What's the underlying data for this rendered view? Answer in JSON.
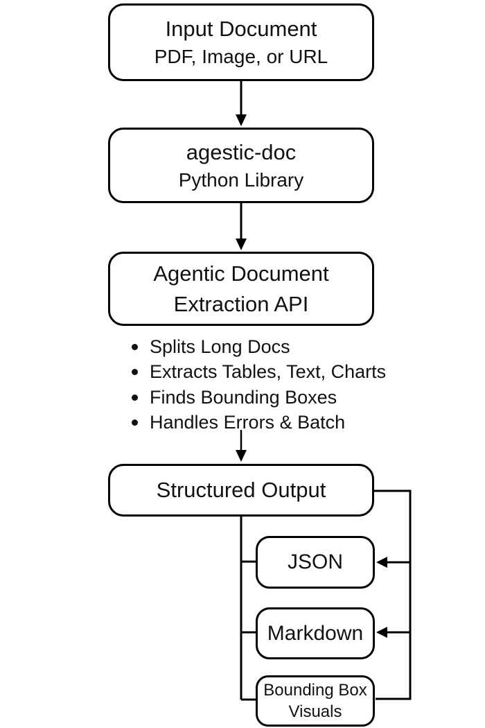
{
  "diagram": {
    "nodes": {
      "input_document": {
        "title": "Input Document",
        "subtitle": "PDF, Image, or URL"
      },
      "python_library": {
        "title": "agestic-doc",
        "subtitle": "Python Library"
      },
      "extraction_api": {
        "title": "Agentic Document Extraction API"
      },
      "structured_output": {
        "title": "Structured Output"
      },
      "json_output": {
        "title": "JSON"
      },
      "markdown_output": {
        "title": "Markdown"
      },
      "bounding_box_output": {
        "title": "Bounding Box Visuals"
      }
    },
    "features": [
      "Splits Long Docs",
      "Extracts Tables, Text, Charts",
      "Finds Bounding Boxes",
      "Handles Errors & Batch"
    ],
    "colors": {
      "stroke": "#000000",
      "text": "#111111",
      "background": "#ffffff"
    }
  }
}
